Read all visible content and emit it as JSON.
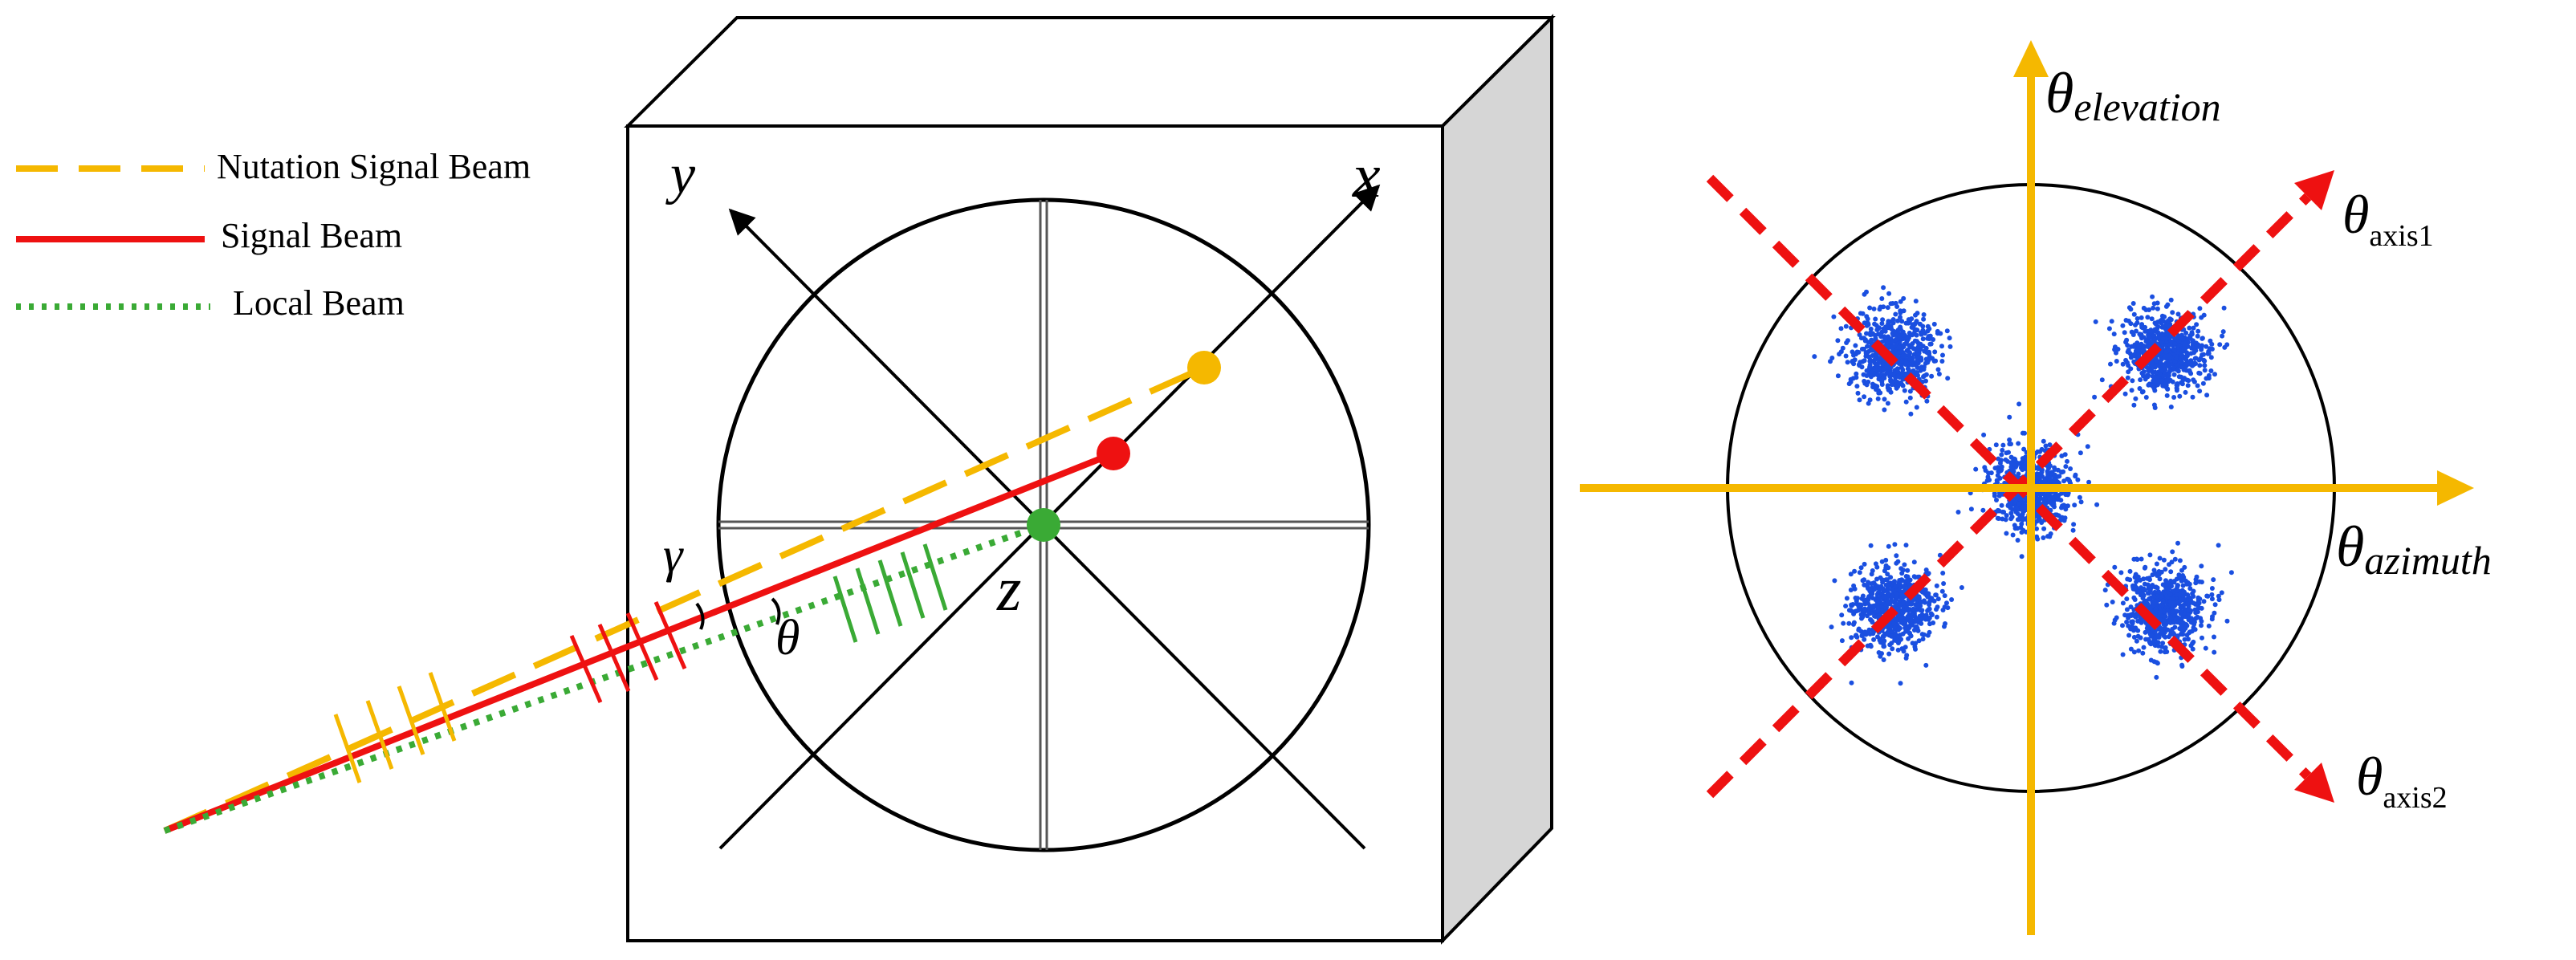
{
  "legend": {
    "nutation": "Nutation Signal Beam",
    "signal": "Signal Beam",
    "local": "Local Beam"
  },
  "left_panel": {
    "axis_x": "x",
    "axis_y": "y",
    "axis_z": "z",
    "angle_gamma": "γ",
    "angle_theta": "θ"
  },
  "right_panel": {
    "theta": "θ",
    "elevation_sub": "elevation",
    "azimuth_sub": "azimuth",
    "axis1_sub": "axis1",
    "axis2_sub": "axis2"
  },
  "colors": {
    "nutation_beam": "#f5b800",
    "signal_beam": "#ee1111",
    "local_beam": "#3aaa35",
    "axis_arrows": "#f5b800",
    "diagonal_axes": "#ee1111",
    "scatter": "#1a4fe0",
    "box_side": "#d6d6d6"
  },
  "icons": {
    "nutation_marker": "yellow-dot",
    "signal_marker": "red-dot",
    "local_marker": "green-dot"
  }
}
